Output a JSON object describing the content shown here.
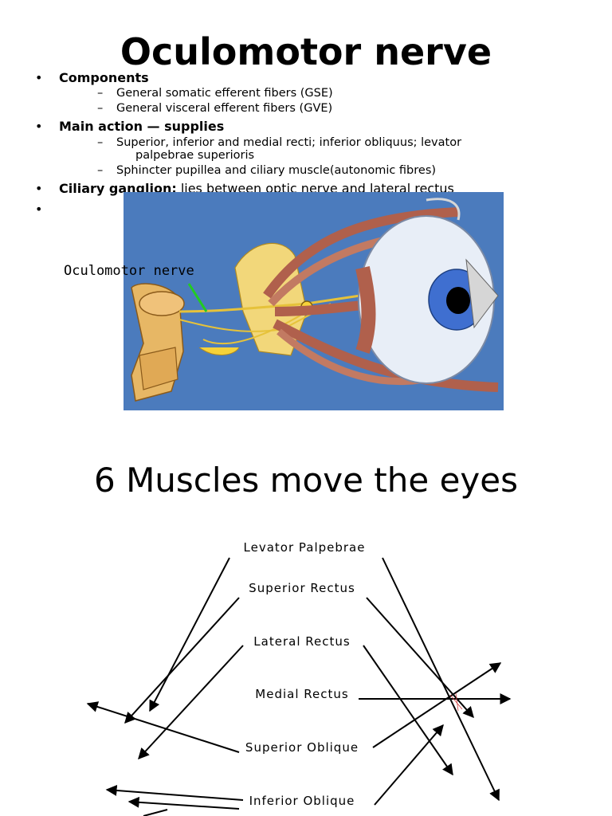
{
  "slide1": {
    "title": "Oculomotor nerve",
    "bullets": [
      {
        "bold": "Components",
        "rest": ""
      },
      {
        "bold": "Main action — supplies",
        "rest": ""
      },
      {
        "bold": "Ciliary ganglion:",
        "rest": " lies between optic nerve and lateral rectus"
      },
      {
        "bold": "",
        "rest": ""
      }
    ],
    "bullet_char": "•",
    "dash_char": "–",
    "subs": [
      "General somatic efferent fibers (GSE)",
      "General visceral efferent fibers (GVE)",
      "Superior, inferior and medial recti; inferior obliquus; levator",
      "palpebrae superioris",
      "Sphincter pupillea and ciliary muscle(autonomic fibres)"
    ],
    "figure_label": "Oculomotor nerve"
  },
  "slide2": {
    "title": "6 Muscles move the eyes",
    "muscles": [
      "Levator Palpebrae",
      "Superior Rectus",
      "Lateral Rectus",
      "Medial Rectus",
      "Superior Oblique",
      "Inferior Oblique"
    ]
  },
  "colors": {
    "figure_bg": "#4b7bbd",
    "muscle": "#b0604c",
    "nerve": "#e6c23a",
    "iris": "#3f6fd0",
    "pointer": "#22cc22"
  }
}
